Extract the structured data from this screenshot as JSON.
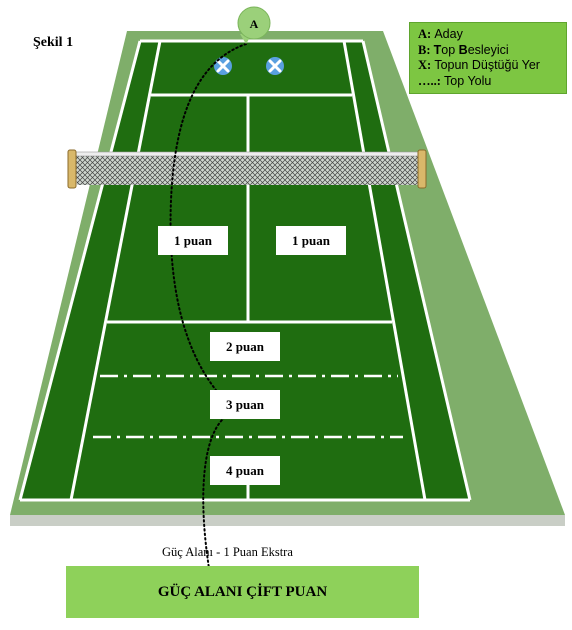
{
  "figure": {
    "title": "Şekil 1"
  },
  "legend": {
    "items": [
      {
        "key": "A:",
        "parts": [
          {
            "t": "Aday",
            "b": false
          }
        ]
      },
      {
        "key": "B:",
        "parts": [
          {
            "t": "T",
            "b": true
          },
          {
            "t": "op ",
            "b": false
          },
          {
            "t": "B",
            "b": true
          },
          {
            "t": "esleyici",
            "b": false
          }
        ]
      },
      {
        "key": "X:",
        "parts": [
          {
            "t": "Topun Düştüğü Yer",
            "b": false
          }
        ]
      },
      {
        "key": "…..:",
        "parts": [
          {
            "t": "Top Yolu",
            "b": false
          }
        ]
      }
    ]
  },
  "markers": {
    "candidate": "A"
  },
  "zones": {
    "left_service": "1 puan",
    "right_service": "1 puan",
    "band_2": "2 puan",
    "band_3": "3 puan",
    "band_4": "4 puan"
  },
  "power_zone": {
    "caption": "Güç Alanı - 1 Puan Ekstra",
    "label": "GÜÇ ALANI ÇİFT PUAN"
  },
  "colors": {
    "court_green": "#1f6d10",
    "surround": "#7fae6a",
    "lines": "#ffffff",
    "legend_bg": "#7dc642",
    "power_zone_bg": "#8ed15a",
    "marker_bg": "#9bd07a"
  }
}
